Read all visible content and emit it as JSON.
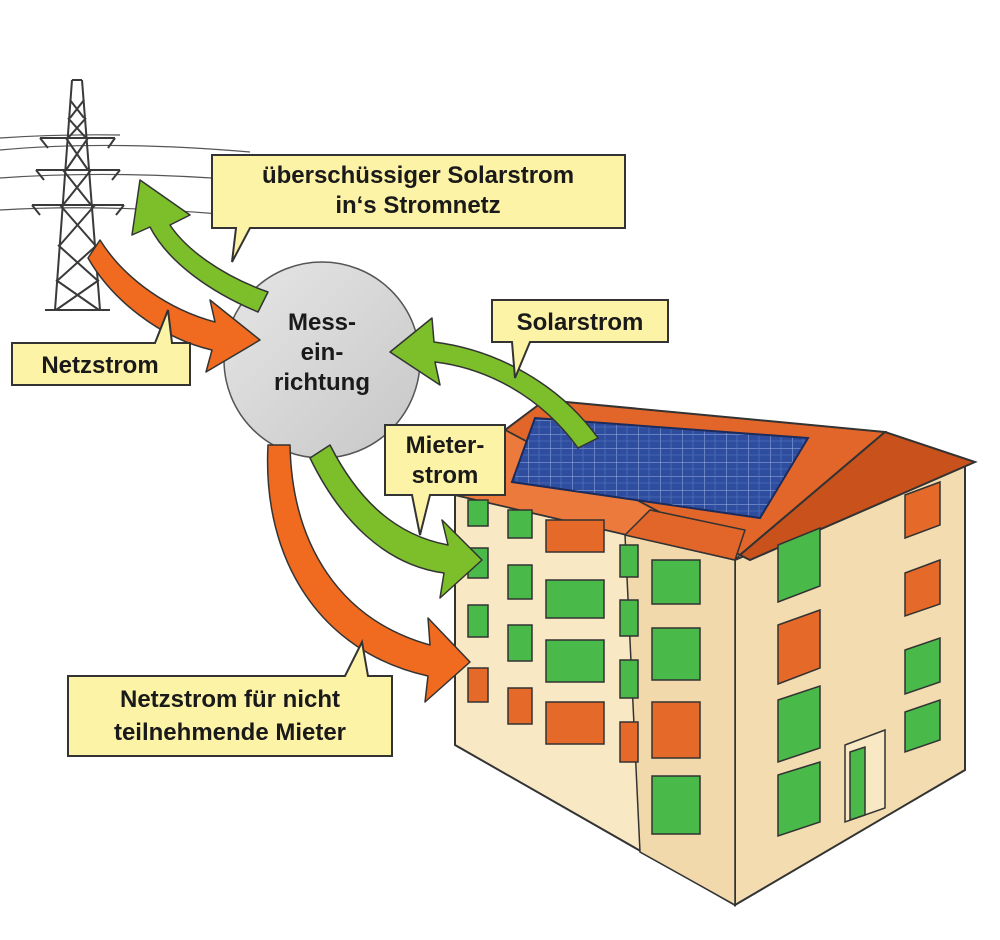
{
  "labels": {
    "surplus_line1": "überschüssiger Solarstrom",
    "surplus_line2": "in‘s Stromnetz",
    "grid": "Netzstrom",
    "solar": "Solarstrom",
    "tenant_line1": "Mieter-",
    "tenant_line2": "strom",
    "nonparticipant_line1": "Netzstrom für nicht",
    "nonparticipant_line2": "teilnehmende Mieter",
    "meter_line1": "Mess-",
    "meter_line2": "ein-",
    "meter_line3": "richtung"
  },
  "colors": {
    "callout_fill": "#fdf3a6",
    "green_arrow": "#7cbf2a",
    "orange_arrow": "#f06a1f",
    "meter_fill": "#d6d6d6",
    "roof": "#e2662a",
    "wall": "#f7e6bf",
    "window_green": "#49b94a",
    "window_orange": "#e56a2a",
    "solar_panel": "#2d4a9a"
  }
}
